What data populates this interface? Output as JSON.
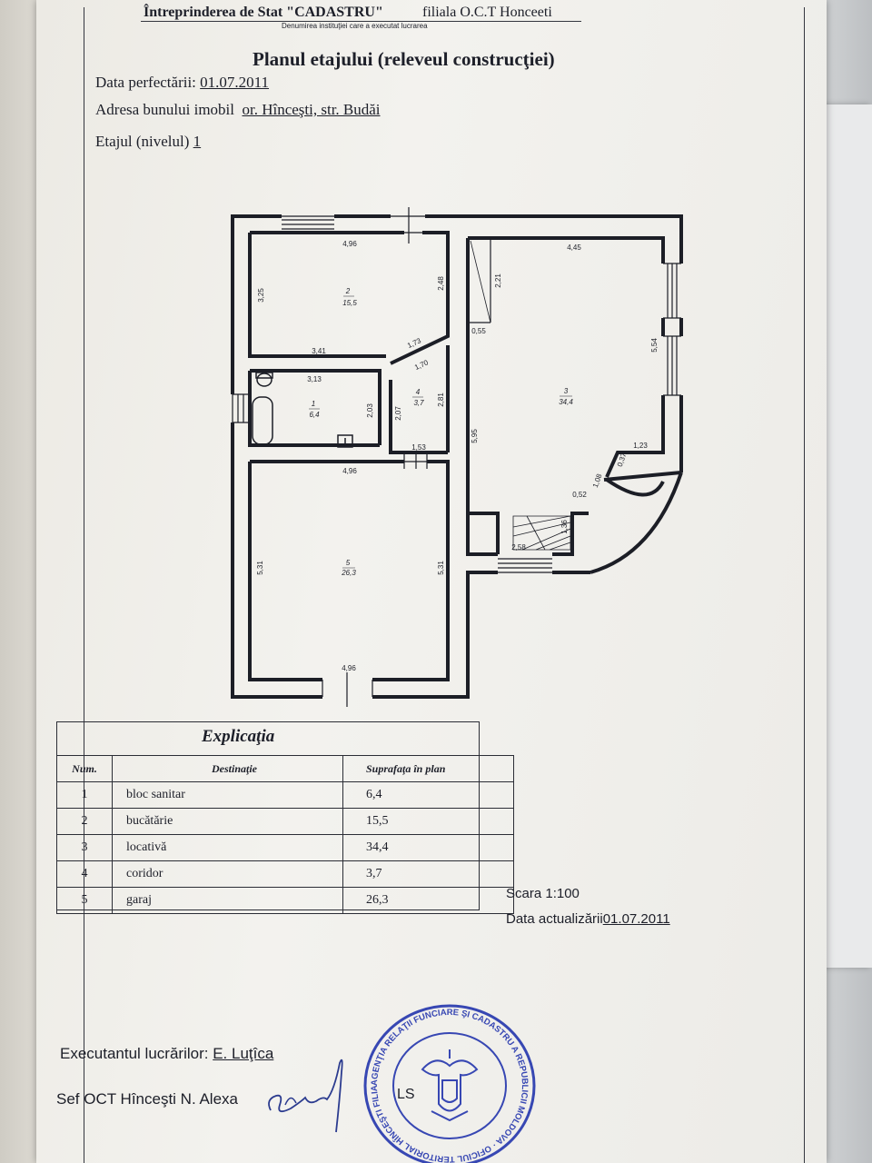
{
  "header": {
    "org": "Întreprinderea de Stat \"CADASTRU\"",
    "filiala": "filiala O.C.T Honceeti",
    "subtitle": "Denumirea instituţiei care a executat lucrarea"
  },
  "title": "Planul etajului (releveul construcţiei)",
  "fields": {
    "date_label": "Data perfectării:",
    "date_value": "01.07.2011",
    "address_label": "Adresa bunului imobil",
    "address_value": "or. Hînceşti, str. Budăi",
    "floor_label": "Etajul (nivelul)",
    "floor_value": "1"
  },
  "plan": {
    "rooms": [
      {
        "num": "2",
        "area": "15,5"
      },
      {
        "num": "3",
        "area": "34,4"
      },
      {
        "num": "1",
        "area": "6,4"
      },
      {
        "num": "4",
        "area": "3,7"
      },
      {
        "num": "5",
        "area": "26,3"
      }
    ],
    "dimensions": [
      "4,96",
      "3,25",
      "2,48",
      "3,41",
      "1,73",
      "1,70",
      "4,45",
      "2,21",
      "0,55",
      "5,54",
      "3,13",
      "2,03",
      "2,07",
      "2,81",
      "5,95",
      "1,53",
      "1,23",
      "0,37",
      "1,08",
      "0,52",
      "4,96",
      "5,31",
      "5,31",
      "1,36",
      "2,58",
      "4,96"
    ]
  },
  "legend": {
    "title": "Explicaţia",
    "headers": {
      "num": "Num.",
      "dest": "Destinaţie",
      "surface": "Suprafaţa în plan"
    },
    "rows": [
      {
        "num": "1",
        "dest": "bloc sanitar",
        "surface": "6,4"
      },
      {
        "num": "2",
        "dest": "bucătărie",
        "surface": "15,5"
      },
      {
        "num": "3",
        "dest": "locativă",
        "surface": "34,4"
      },
      {
        "num": "4",
        "dest": "coridor",
        "surface": "3,7"
      },
      {
        "num": "5",
        "dest": "garaj",
        "surface": "26,3"
      }
    ]
  },
  "scale": "Scara 1:100",
  "update": {
    "label": "Data actualizării",
    "value": "01.07.2011"
  },
  "executant": {
    "label": "Executantul lucrărilor:",
    "name": "E. Luţîca"
  },
  "chief": "Sef OCT Hînceşti N. Alexa",
  "ls": "LS",
  "stamp_text": "AGENŢIA RELAŢII FUNCIARE ŞI CADASTRU A REPUBLICII MOLDOVA · OFICIUL TERITORIAL HÎNCEŞTI FILIALA ÎNTREPRINDERII DE STAT CADASTRU"
}
